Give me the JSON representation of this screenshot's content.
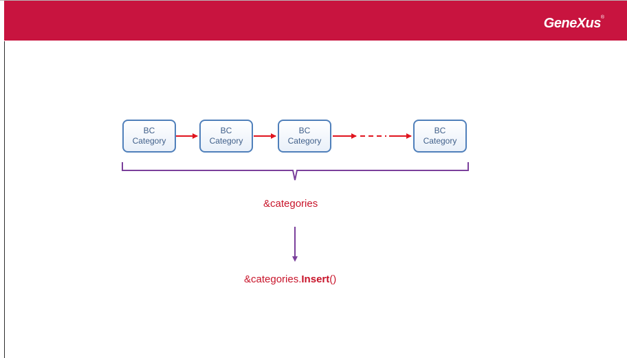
{
  "header": {
    "logo": "GeneXus",
    "logo_mark": "®",
    "bar_color": "#c8143f"
  },
  "diagram": {
    "nodes": [
      {
        "line1": "BC",
        "line2": "Category"
      },
      {
        "line1": "BC",
        "line2": "Category"
      },
      {
        "line1": "BC",
        "line2": "Category"
      },
      {
        "line1": "BC",
        "line2": "Category"
      }
    ],
    "collection_label": "&categories",
    "method_call": {
      "object": "&categories.",
      "method": "Insert",
      "parens": "()"
    },
    "colors": {
      "node_border": "#4f7fba",
      "node_text": "#3f5f8a",
      "arrow": "#e0141e",
      "brace": "#7a3f9b",
      "label": "#c8142a"
    }
  }
}
